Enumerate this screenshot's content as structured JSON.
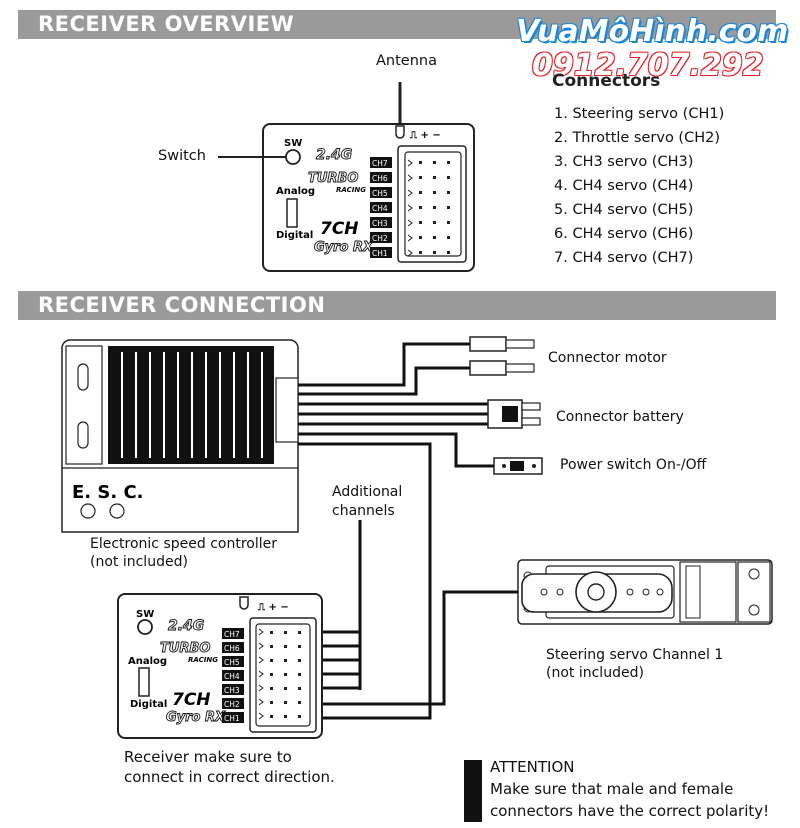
{
  "headers": {
    "overview": "RECEIVER OVERVIEW",
    "connection": "RECEIVER CONNECTION"
  },
  "watermark": {
    "brand": "VuaMôHình.com",
    "phone": "0912.707.292"
  },
  "overview": {
    "antenna_label": "Antenna",
    "switch_label": "Switch",
    "connectors_title": "Connectors",
    "connectors": [
      "1. Steering servo (CH1)",
      "2. Throttle servo (CH2)",
      "3. CH3 servo (CH3)",
      "4. CH4 servo (CH4)",
      "5. CH4 servo (CH5)",
      "6. CH4 servo (CH6)",
      "7. CH4 servo (CH7)"
    ]
  },
  "receiver": {
    "sw": "SW",
    "band": "2.4G",
    "brand_top": "TURBO",
    "brand_sub": "RACING",
    "analog": "Analog",
    "digital": "Digital",
    "model": "7CH",
    "model_sub": "Gyro RX",
    "polarity": "⎍ + −",
    "channels": [
      "CH7",
      "CH6",
      "CH5",
      "CH4",
      "CH3",
      "CH2",
      "CH1"
    ]
  },
  "connection": {
    "esc_label": "E. S. C.",
    "esc_caption_1": "Electronic speed controller",
    "esc_caption_2": "(not included)",
    "connector_motor": "Connector motor",
    "connector_battery": "Connector battery",
    "power_switch": "Power switch On-/Off",
    "additional_1": "Additional",
    "additional_2": "channels",
    "servo_caption_1": "Steering servo Channel 1",
    "servo_caption_2": "(not included)",
    "receiver_caption_1": "Receiver make sure to",
    "receiver_caption_2": "connect in correct direction.",
    "attention_title": "ATTENTION",
    "attention_1": "Make sure that male and female",
    "attention_2": "connectors have the correct polarity!"
  }
}
